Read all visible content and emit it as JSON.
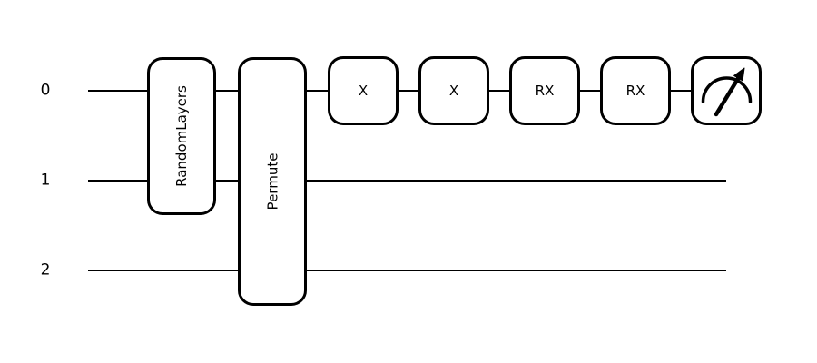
{
  "circuit": {
    "wires": [
      {
        "label": "0"
      },
      {
        "label": "1"
      },
      {
        "label": "2"
      }
    ],
    "multi_wire_gates": [
      {
        "label": "RandomLayers",
        "spans_wires": "0-1"
      },
      {
        "label": "Permute",
        "spans_wires": "0-2"
      }
    ],
    "single_wire_gates": [
      {
        "label": "X",
        "wire": "0"
      },
      {
        "label": "X",
        "wire": "0"
      },
      {
        "label": "RX",
        "wire": "0"
      },
      {
        "label": "RX",
        "wire": "0"
      }
    ],
    "measurement": {
      "wire": "0",
      "icon": "measure-gauge-icon"
    },
    "colors": {
      "ink": "#000000",
      "background": "#ffffff"
    }
  }
}
